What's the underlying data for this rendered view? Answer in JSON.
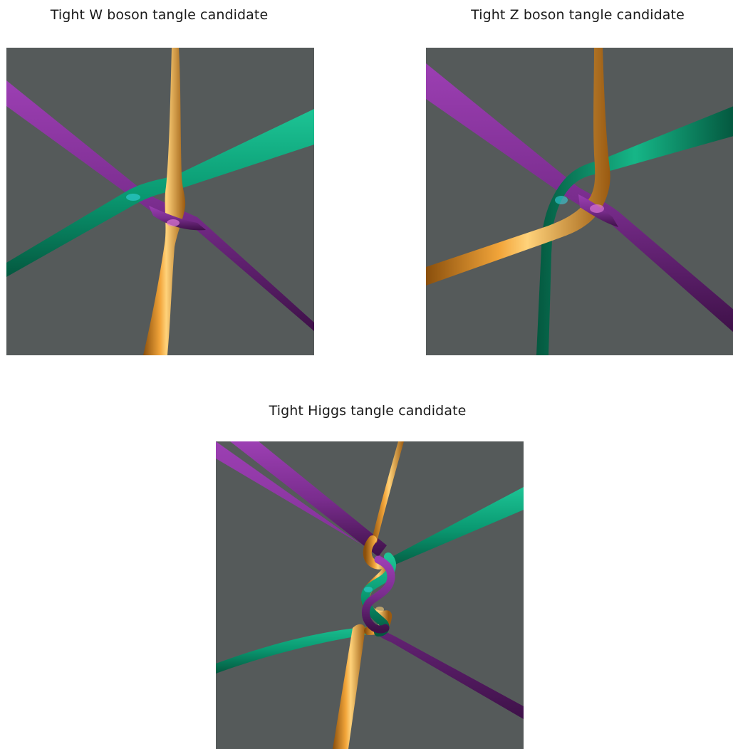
{
  "figure": {
    "panels": [
      {
        "id": "w",
        "caption": "Tight W boson tangle candidate"
      },
      {
        "id": "z",
        "caption": "Tight Z boson tangle candidate"
      },
      {
        "id": "h",
        "caption": "Tight Higgs tangle candidate"
      }
    ]
  },
  "colors": {
    "background": "#555a5a",
    "strand_orange": "#e08f26",
    "strand_green": "#0a9a72",
    "strand_purple": "#7a2d8e"
  }
}
